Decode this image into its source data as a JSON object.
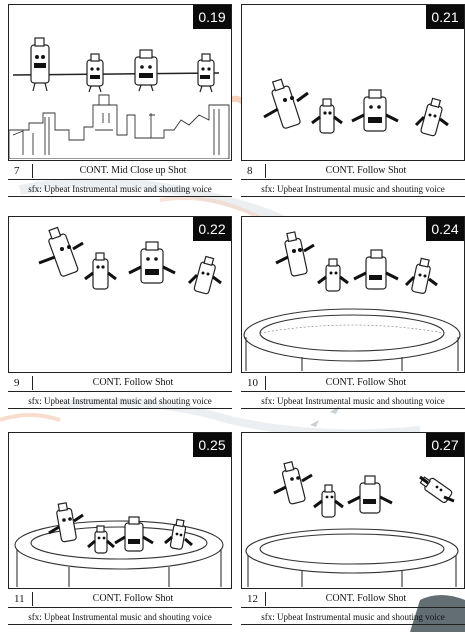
{
  "panels": [
    {
      "number": "7",
      "timestamp": "0.19",
      "shot": "CONT. Mid Close up Shot",
      "sfx": "sfx: Upbeat Instrumental music and shouting voice"
    },
    {
      "number": "8",
      "timestamp": "0.21",
      "shot": "CONT. Follow Shot",
      "sfx": "sfx: Upbeat Instrumental music and shouting voice"
    },
    {
      "number": "9",
      "timestamp": "0.22",
      "shot": "CONT. Follow Shot",
      "sfx": "sfx: Upbeat Instrumental music and shouting voice"
    },
    {
      "number": "10",
      "timestamp": "0.24",
      "shot": "CONT. Follow Shot",
      "sfx": "sfx: Upbeat Instrumental music and shouting voice"
    },
    {
      "number": "11",
      "timestamp": "0.25",
      "shot": "CONT. Follow Shot",
      "sfx": "sfx: Upbeat Instrumental music and shouting voice"
    },
    {
      "number": "12",
      "timestamp": "0.27",
      "shot": "CONT. Follow Shot",
      "sfx": "sfx: Upbeat Instrumental music and shouting voice"
    }
  ],
  "colors": {
    "frame_border": "#222222",
    "timestamp_bg": "#0a0a0a",
    "timestamp_text": "#ffffff"
  }
}
